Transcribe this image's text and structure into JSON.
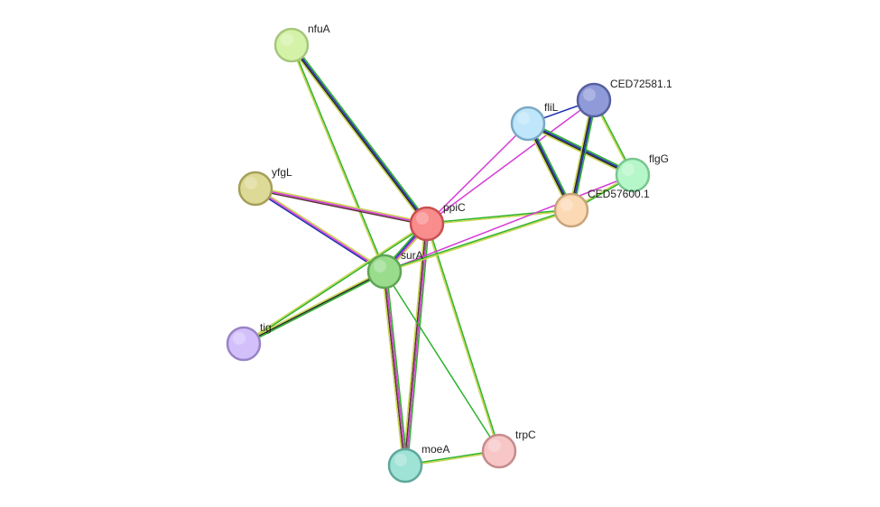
{
  "nodes": [
    {
      "id": "nfuA",
      "label": "nfuA",
      "color": "#d5f2a9",
      "stroke": "#a6c77c"
    },
    {
      "id": "CED72581.1",
      "label": "CED72581.1",
      "color": "#8f9bd8",
      "stroke": "#56609e"
    },
    {
      "id": "fliL",
      "label": "fliL",
      "color": "#bfe6fa",
      "stroke": "#7aa9c4"
    },
    {
      "id": "flgG",
      "label": "flgG",
      "color": "#b6f7c9",
      "stroke": "#79c690"
    },
    {
      "id": "CED57600.1",
      "label": "CED57600.1",
      "color": "#fbd9b4",
      "stroke": "#c9a47b"
    },
    {
      "id": "yfgL",
      "label": "yfgL",
      "color": "#ddd996",
      "stroke": "#a59f5a"
    },
    {
      "id": "ppiC",
      "label": "ppiC",
      "color": "#f98c8c",
      "stroke": "#c95050"
    },
    {
      "id": "surA",
      "label": "surA",
      "color": "#99dd8c",
      "stroke": "#5ea455"
    },
    {
      "id": "tig",
      "label": "tig",
      "color": "#d3c0fb",
      "stroke": "#9883c6"
    },
    {
      "id": "trpC",
      "label": "trpC",
      "color": "#f7c6c6",
      "stroke": "#c68b8b"
    },
    {
      "id": "moeA",
      "label": "moeA",
      "color": "#9fe2d6",
      "stroke": "#5fa79b"
    }
  ],
  "edges": [
    {
      "source": "nfuA",
      "target": "ppiC",
      "evidence": [
        "#2cb22c",
        "#1f2fb0",
        "#222222",
        "#c8d650"
      ]
    },
    {
      "source": "nfuA",
      "target": "surA",
      "evidence": [
        "#2cb22c",
        "#c8d650"
      ]
    },
    {
      "source": "yfgL",
      "target": "ppiC",
      "evidence": [
        "#c8d650",
        "#d63cd6",
        "#5a2f38"
      ]
    },
    {
      "source": "yfgL",
      "target": "surA",
      "evidence": [
        "#c8d650",
        "#d63cd6",
        "#1f2fb0"
      ]
    },
    {
      "source": "ppiC",
      "target": "surA",
      "evidence": [
        "#c8d650",
        "#d63cd6",
        "#1f2fb0",
        "#2cb22c"
      ]
    },
    {
      "source": "ppiC",
      "target": "tig",
      "evidence": [
        "#2cb22c",
        "#c8d650"
      ]
    },
    {
      "source": "ppiC",
      "target": "moeA",
      "evidence": [
        "#2cb22c",
        "#d63cd6",
        "#5a2f38",
        "#c8d650"
      ]
    },
    {
      "source": "ppiC",
      "target": "trpC",
      "evidence": [
        "#2cb22c",
        "#c8d650"
      ]
    },
    {
      "source": "ppiC",
      "target": "CED57600.1",
      "evidence": [
        "#2cb22c",
        "#c8d650"
      ]
    },
    {
      "source": "ppiC",
      "target": "fliL",
      "evidence": [
        "#d63cd6"
      ]
    },
    {
      "source": "ppiC",
      "target": "CED72581.1",
      "evidence": [
        "#d63cd6"
      ]
    },
    {
      "source": "surA",
      "target": "tig",
      "evidence": [
        "#2cb22c",
        "#222222",
        "#c8d650"
      ]
    },
    {
      "source": "surA",
      "target": "moeA",
      "evidence": [
        "#2cb22c",
        "#d63cd6",
        "#5a2f38",
        "#c8d650"
      ]
    },
    {
      "source": "surA",
      "target": "trpC",
      "evidence": [
        "#2cb22c"
      ]
    },
    {
      "source": "surA",
      "target": "flgG",
      "evidence": [
        "#d63cd6"
      ]
    },
    {
      "source": "surA",
      "target": "CED57600.1",
      "evidence": [
        "#2cb22c",
        "#c8d650"
      ]
    },
    {
      "source": "moeA",
      "target": "trpC",
      "evidence": [
        "#2cb22c",
        "#c8d650"
      ]
    },
    {
      "source": "fliL",
      "target": "CED72581.1",
      "evidence": [
        "#1f2fb0"
      ]
    },
    {
      "source": "fliL",
      "target": "flgG",
      "evidence": [
        "#2cb22c",
        "#1f2fb0",
        "#222222",
        "#c8d650"
      ]
    },
    {
      "source": "fliL",
      "target": "CED57600.1",
      "evidence": [
        "#2cb22c",
        "#1f2fb0",
        "#222222",
        "#c8d650"
      ]
    },
    {
      "source": "CED72581.1",
      "target": "flgG",
      "evidence": [
        "#2cb22c",
        "#c8d650"
      ]
    },
    {
      "source": "CED72581.1",
      "target": "CED57600.1",
      "evidence": [
        "#2cb22c",
        "#1f2fb0",
        "#222222",
        "#c8d650"
      ]
    },
    {
      "source": "flgG",
      "target": "CED57600.1",
      "evidence": [
        "#2cb22c",
        "#c8d650"
      ]
    }
  ]
}
